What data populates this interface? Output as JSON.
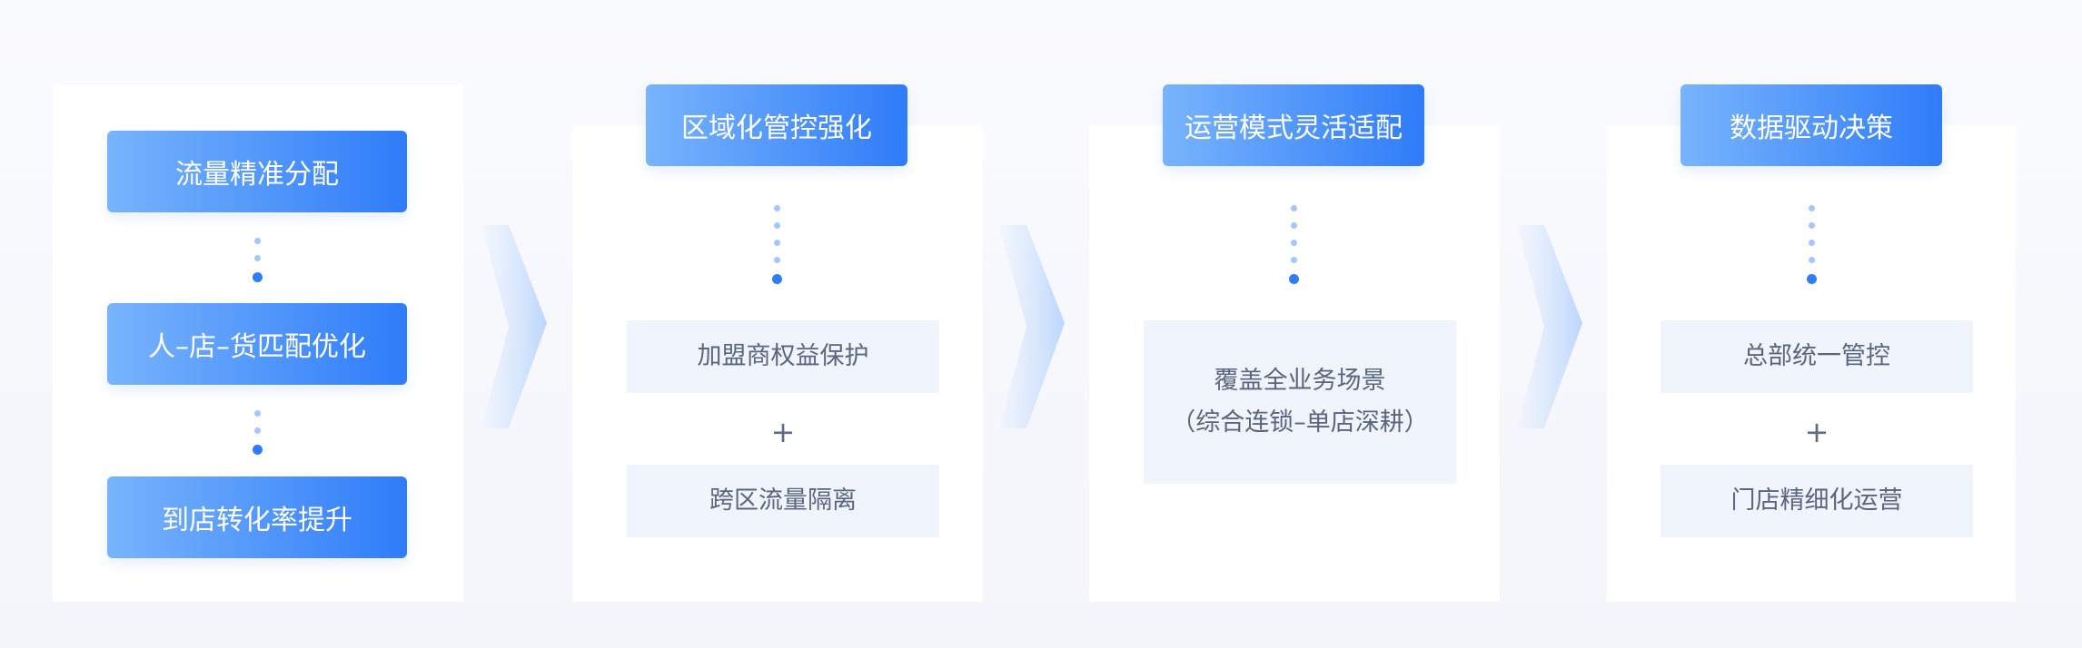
{
  "colors": {
    "accent_start": "#78b4fc",
    "accent_end": "#2f7cf9",
    "panel_fill": "#eff4fd",
    "panel_text": "#59667e",
    "card_fill": "#ffffff"
  },
  "column1": {
    "items": [
      "流量精准分配",
      "人–店–货匹配优化",
      "到店转化率提升"
    ]
  },
  "column2": {
    "header": "区域化管控强化",
    "panel1": "加盟商权益保护",
    "plus": "+",
    "panel2": "跨区流量隔离"
  },
  "column3": {
    "header": "运营模式灵活适配",
    "panel_line1": "覆盖全业务场景",
    "panel_line2": "（综合连锁–单店深耕）"
  },
  "column4": {
    "header": "数据驱动决策",
    "panel1": "总部统一管控",
    "plus": "+",
    "panel2": "门店精细化运营"
  }
}
